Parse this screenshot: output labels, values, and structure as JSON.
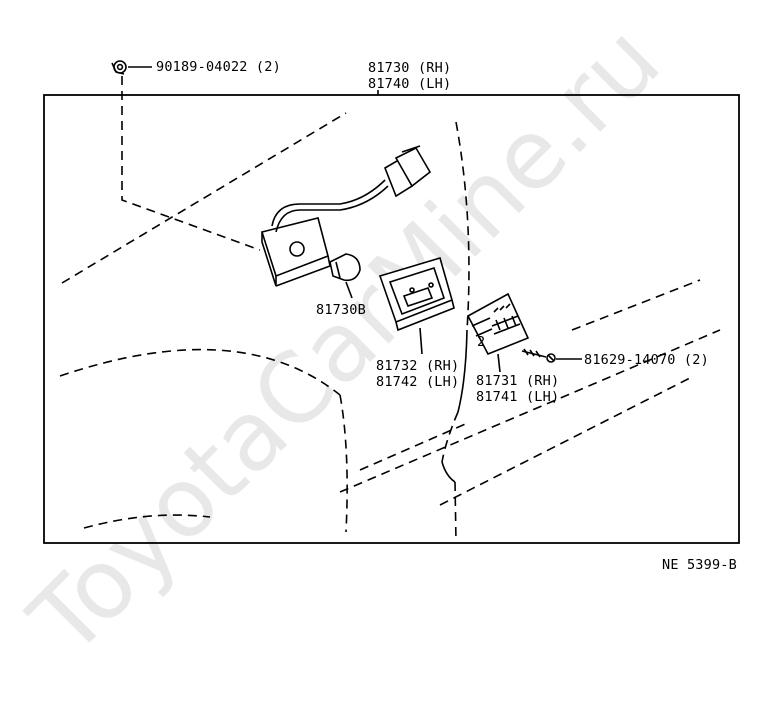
{
  "watermark": "ToyotaCarMine.ru",
  "diagram_code": "NE 5399-B",
  "parts": {
    "clip": {
      "number": "90189-04022 (2)"
    },
    "assembly_rh": {
      "number": "81730 (RH)"
    },
    "assembly_lh": {
      "number": "81740 (LH)"
    },
    "bulb": {
      "number": "81730B"
    },
    "housing_rh": {
      "number": "81732 (RH)"
    },
    "housing_lh": {
      "number": "81742 (LH)"
    },
    "lens_rh": {
      "number": "81731 (RH)"
    },
    "lens_lh": {
      "number": "81741 (LH)"
    },
    "screw": {
      "number": "81629-14070 (2)"
    }
  },
  "colors": {
    "ink": "#000000",
    "watermark": "#d6d6d6",
    "background": "#ffffff"
  }
}
